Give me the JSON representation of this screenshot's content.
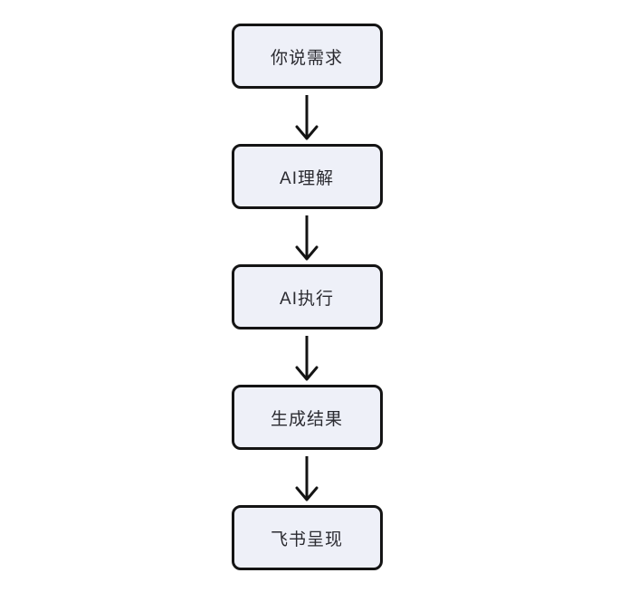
{
  "diagram": {
    "title": "",
    "type": "flowchart",
    "direction": "top-down",
    "connector_style": "open-arrowhead",
    "colors": {
      "background": "#ffffff",
      "box_fill": "#eef0f8",
      "box_border": "#141414",
      "arrow": "#141414",
      "text": "#2b2b31"
    },
    "steps": [
      {
        "id": 1,
        "label": "你说需求"
      },
      {
        "id": 2,
        "label": "AI理解"
      },
      {
        "id": 3,
        "label": "AI执行"
      },
      {
        "id": 4,
        "label": "生成结果"
      },
      {
        "id": 5,
        "label": "飞书呈现"
      }
    ],
    "edges": [
      {
        "from": 1,
        "to": 2
      },
      {
        "from": 2,
        "to": 3
      },
      {
        "from": 3,
        "to": 4
      },
      {
        "from": 4,
        "to": 5
      }
    ]
  }
}
